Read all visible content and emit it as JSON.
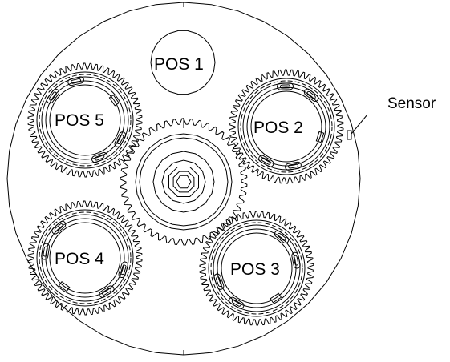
{
  "diagram": {
    "positions": [
      {
        "id": "pos1",
        "label": "POS 1"
      },
      {
        "id": "pos2",
        "label": "POS 2"
      },
      {
        "id": "pos3",
        "label": "POS 3"
      },
      {
        "id": "pos4",
        "label": "POS 4"
      },
      {
        "id": "pos5",
        "label": "POS 5"
      }
    ],
    "sensor_label": "Sensor"
  }
}
